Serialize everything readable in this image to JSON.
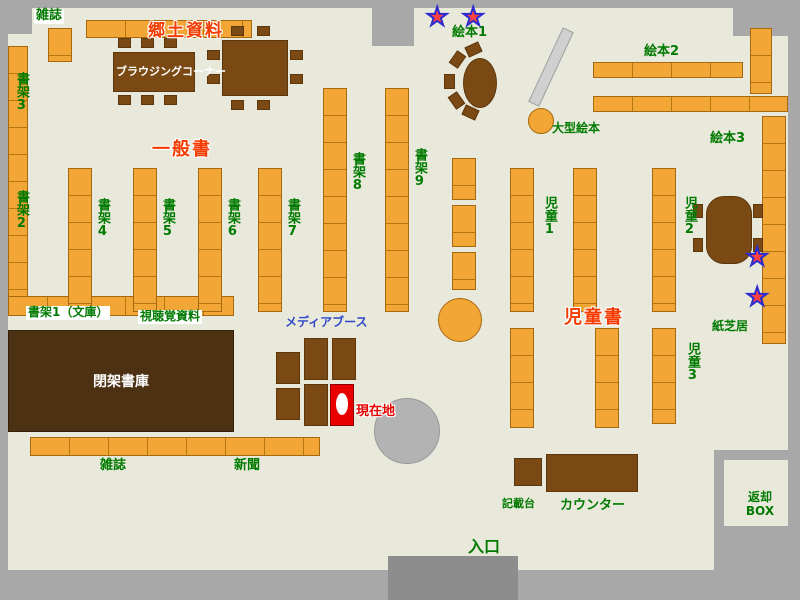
{
  "map": {
    "areas": {
      "kyodo": "郷土資料",
      "ippan": "一般書",
      "jido": "児童書"
    },
    "labels": {
      "zasshi_top": "雑誌",
      "browsing": "ブラウジングコーナー",
      "shoka3": "書架3",
      "shoka2": "書架2",
      "shoka4": "書架4",
      "shoka5": "書架5",
      "shoka6": "書架6",
      "shoka7": "書架7",
      "shoka8": "書架8",
      "shoka9": "書架9",
      "ehon1": "絵本1",
      "ehon2": "絵本2",
      "ehon3": "絵本3",
      "ogata_ehon": "大型絵本",
      "jido1": "児童1",
      "jido2": "児童2",
      "jido3": "児童3",
      "kamishibai": "紙芝居",
      "shoka1_bunko": "書架1（文庫）",
      "shichokaku": "視聴覚資料",
      "heika_shoko": "閉架書庫",
      "media_booth": "メディアブース",
      "genzaichi": "現在地",
      "zasshi_bottom": "雑誌",
      "shinbun": "新聞",
      "kisaidai": "記載台",
      "counter": "カウンター",
      "iriguchi": "入口",
      "henkyaku_line1": "返却",
      "henkyaku_line2": "BOX"
    },
    "icons": {
      "star": "★"
    },
    "colors": {
      "floor": "#e9e9db",
      "wall": "#a8a8a8",
      "shelf": "#f2a636",
      "shelf_border": "#a8690e",
      "table_brown": "#7b4a14",
      "closed_stack": "#4c3113",
      "label_green": "#007a00",
      "area_red": "#f43b00",
      "media_blue": "#2e46c8",
      "here_red": "#e80000",
      "star_red": "#ff4040",
      "star_blue": "#2b2bd0"
    }
  }
}
